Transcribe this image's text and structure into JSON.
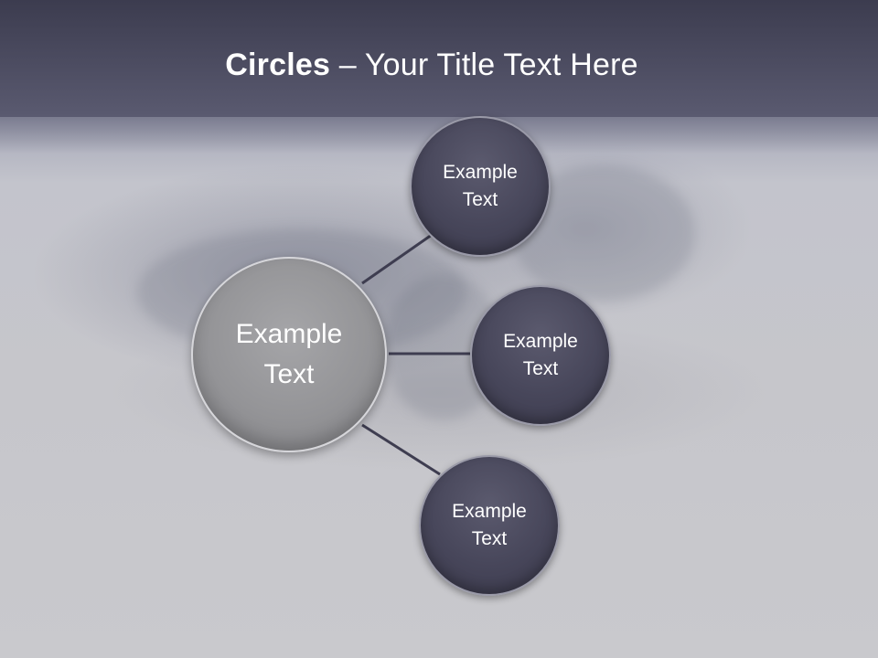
{
  "slide": {
    "title_bold": "Circles",
    "title_rest": " – Your Title Text Here"
  },
  "diagram": {
    "center": {
      "label": "Example\nText"
    },
    "nodes": [
      {
        "label": "Example\nText"
      },
      {
        "label": "Example\nText"
      },
      {
        "label": "Example\nText"
      }
    ]
  },
  "colors": {
    "header": "#4a4a5e",
    "small_circle": "#47465a",
    "center_circle": "#949497",
    "connector": "#3e3d50"
  }
}
